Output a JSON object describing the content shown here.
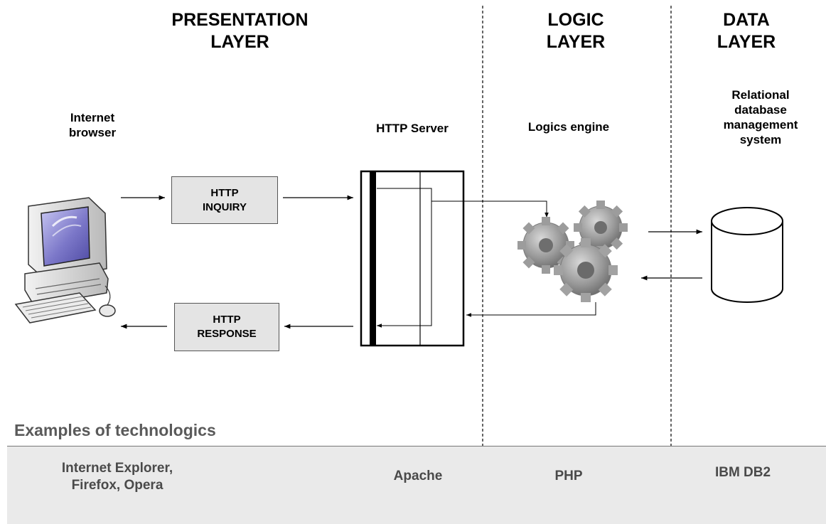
{
  "layers": {
    "presentation": "PRESENTATION\nLAYER",
    "logic": "LOGIC\nLAYER",
    "data": "DATA\nLAYER"
  },
  "components": {
    "browser": "Internet\nbrowser",
    "http_server": "HTTP Server",
    "logics_engine": "Logics engine",
    "rdbms": "Relational\ndatabase\nmanagement\nsystem"
  },
  "messages": {
    "inquiry": "HTTP\nINQUIRY",
    "response": "HTTP\nRESPONSE"
  },
  "examples": {
    "title": "Examples of technologics",
    "browsers": "Internet Explorer,\nFirefox, Opera",
    "server": "Apache",
    "logic": "PHP",
    "database": "IBM DB2"
  },
  "icons": {
    "computer": "desktop-computer-icon",
    "gears": "gears-icon",
    "database": "database-cylinder-icon"
  }
}
